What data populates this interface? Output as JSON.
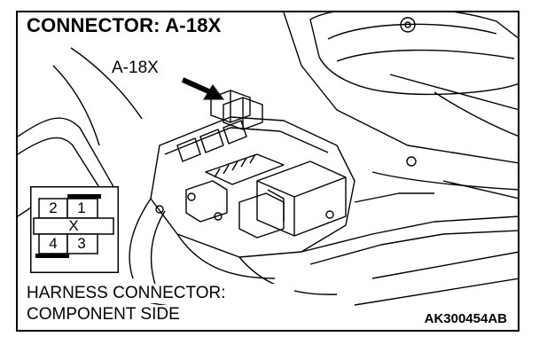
{
  "title": "CONNECTOR: A-18X",
  "callout_label": "A-18X",
  "connector_pins": {
    "top_left": "2",
    "top_right": "1",
    "bottom_left": "4",
    "bottom_right": "3",
    "center": "X"
  },
  "caption": {
    "line1": "HARNESS CONNECTOR:",
    "line2": "COMPONENT SIDE"
  },
  "figure_id": "AK300454AB"
}
